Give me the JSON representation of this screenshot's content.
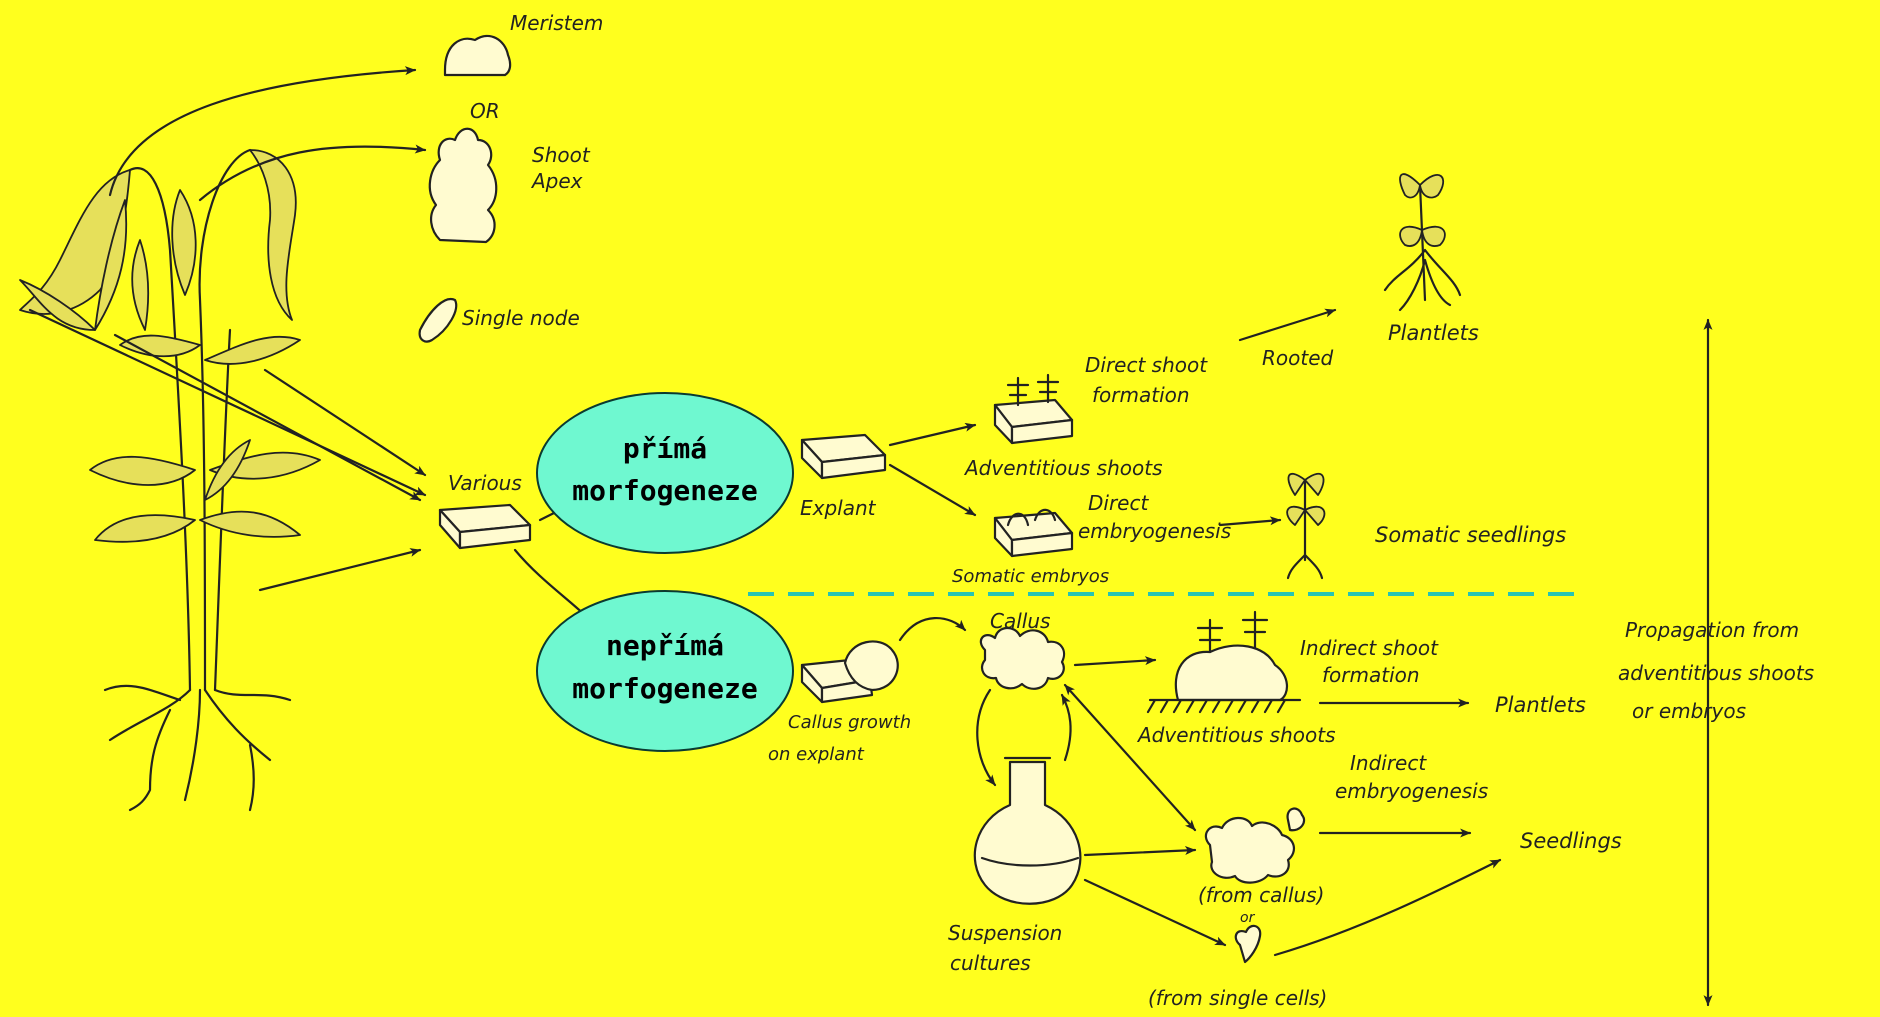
{
  "colors": {
    "background": "#ffff1e",
    "bubble_fill": "#6ff8d0",
    "bubble_stroke": "#0a3a30",
    "divider": "#27c4b4",
    "ink": "#222222"
  },
  "labels": {
    "meristem": "Meristem",
    "or": "OR",
    "shoot": "Shoot",
    "apex": "Apex",
    "single_node": "Single node",
    "various": "Various",
    "explant": "Explant",
    "direct_shoot": "Direct shoot",
    "formation": "formation",
    "rooted": "Rooted",
    "plantlets_top": "Plantlets",
    "adventitious_shoots_top": "Adventitious shoots",
    "direct": "Direct",
    "embryogenesis": "embryogenesis",
    "somatic_seedlings": "Somatic seedlings",
    "somatic_embryos": "Somatic embryos",
    "callus": "Callus",
    "callus_growth": "Callus growth",
    "on_explant": "on explant",
    "indirect_shoot": "Indirect shoot",
    "formation_2": "formation",
    "plantlets_mid": "Plantlets",
    "adventitious_shoots_bottom": "Adventitious shoots",
    "indirect": "Indirect",
    "embryogenesis_2": "embryogenesis",
    "seedlings": "Seedlings",
    "from_callus": "(from callus)",
    "or_small": "or",
    "from_single_cells": "(from single cells)",
    "suspension": "Suspension",
    "cultures": "cultures",
    "propagation_1": "Propagation from",
    "propagation_2": "adventitious shoots",
    "propagation_3": "or embryos"
  },
  "bubbles": {
    "direct_line1": "přímá",
    "direct_line2": "morfogeneze",
    "indirect_line1": "nepřímá",
    "indirect_line2": "morfogeneze"
  },
  "icons": {
    "plant": "plant-drawing-icon",
    "meristem": "meristem-icon",
    "shoot_apex": "shoot-apex-icon",
    "node": "single-node-icon",
    "explant_block": "explant-block-icon",
    "flask": "flask-icon",
    "seedling": "seedling-icon"
  }
}
